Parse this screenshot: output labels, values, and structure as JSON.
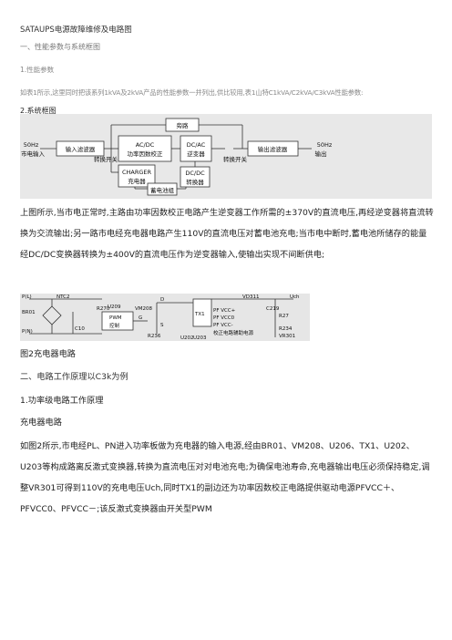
{
  "doc": {
    "title": "SATAUPS电源故障维修及电路图",
    "section1": "一、性能参数与系统框图",
    "sub1": "1.性能参数",
    "para_grey": "如表1所示,这里同时把该系列1kVA及2kVA产品的性能参数一并列出,供比较用,表1山特C1kVA/C2kVA/C3kVA性能参数:",
    "sub2": "2.系统框图",
    "para_block": "上图所示,当市电正常时,主路由功率因数校正电路产生逆变器工作所需的±370V的直流电压,再经逆变器将直流转换为交流输出;另一路市电经充电器电路产生110V的直流电压对蓄电池充电;当市电中断时,蓄电池所储存的能量经DC/DC变换器转换为±400V的直流电压作为逆变器输入,使输出实现不间断供电;",
    "fig2_caption": "图2充电器电路",
    "section2": "二、电路工作原理以C3k为例",
    "sub2_1": "1.功率级电路工作原理",
    "sub2_2": "充电器电路",
    "para_final": "如图2所示,市电经PL、PN进入功率板做为充电器的输入电源,经由BR01、VM208、U206、TX1、U202、U203等构成路离反激式变换器,转换为直流电压对对电池充电;为确保电池寿命,充电器输出电压必须保持稳定,调整VR301可得到110V的充电电压Uch,同时TX1的副边还为功率因数校正电路提供驱动电源PFVCC＋、PFVCC0、PFVCC－;该反激式变换器由开关型PWM"
  },
  "block_diagram": {
    "bypass": "旁路",
    "in_freq": "50Hz",
    "in_label": "市电输入",
    "input_filter": "输入滤波器",
    "switch1": "转换开关",
    "acdc_l1": "AC/DC",
    "acdc_l2": "功率因数校正",
    "dcac_l1": "DC/AC",
    "dcac_l2": "逆变器",
    "switch2": "转换开关",
    "output_filter": "输出滤波器",
    "out_freq": "50Hz",
    "out_label": "输出",
    "charger_l1": "CHARGER",
    "charger_l2": "充电器",
    "dcdc_l1": "DC/DC",
    "dcdc_l2": "转换器",
    "battery": "蓄电池组"
  },
  "circuit": {
    "pl": "P(L)",
    "ntc": "NTC2",
    "br": "BR01",
    "pn": "P(N)",
    "c": "C10",
    "r_top": "R270",
    "u": "U209",
    "pwm1": "PWM",
    "pwm2": "控制",
    "vm": "VM208",
    "d": "D",
    "g": "G",
    "s": "S",
    "r_bottom": "R236",
    "tx": "TX1",
    "vd": "VD311",
    "uch": "Uch",
    "c_right": "C219",
    "pf1": "PF VCC+",
    "pf2": "PF VCC0",
    "pf3": "PF VCC-",
    "r27": "R27",
    "aux": "校正电路辅助电源",
    "u202": "U202",
    "r234": "R234",
    "vr": "VR301",
    "u203": "U203"
  }
}
